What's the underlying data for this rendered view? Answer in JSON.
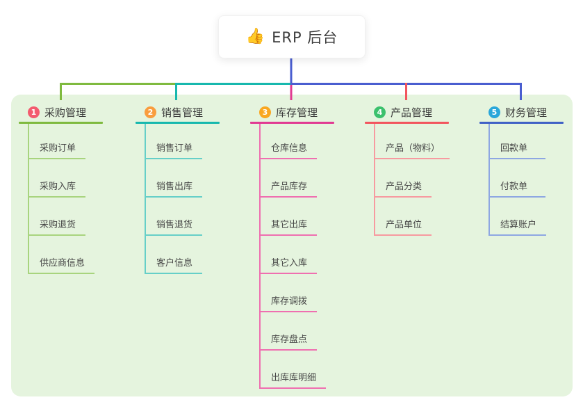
{
  "root": {
    "icon": "👍",
    "label": "ERP 后台"
  },
  "branches": [
    {
      "num": "1",
      "title": "采购管理",
      "color": "#7fba3f",
      "badge_color": "#f35b6e",
      "children": [
        "采购订单",
        "采购入库",
        "采购退货",
        "供应商信息"
      ]
    },
    {
      "num": "2",
      "title": "销售管理",
      "color": "#17b8ae",
      "badge_color": "#f99d3e",
      "children": [
        "销售订单",
        "销售出库",
        "销售退货",
        "客户信息"
      ]
    },
    {
      "num": "3",
      "title": "库存管理",
      "color": "#e13a92",
      "badge_color": "#f9a720",
      "children": [
        "仓库信息",
        "产品库存",
        "其它出库",
        "其它入库",
        "库存调拨",
        "库存盘点",
        "出库库明细"
      ]
    },
    {
      "num": "4",
      "title": "产品管理",
      "color": "#f2555e",
      "badge_color": "#3cc16d",
      "children": [
        "产品（物料）",
        "产品分类",
        "产品单位"
      ]
    },
    {
      "num": "5",
      "title": "财务管理",
      "color": "#4061c6",
      "badge_color": "#2aa7da",
      "children": [
        "回款单",
        "付款单",
        "结算账户"
      ]
    }
  ],
  "colors": {
    "panel_background": "#e5f4de",
    "root_connector": "#4a5ed0",
    "root_icon_color": "#f5c021",
    "text_primary": "#3b3b3b",
    "text_secondary": "#474747"
  }
}
